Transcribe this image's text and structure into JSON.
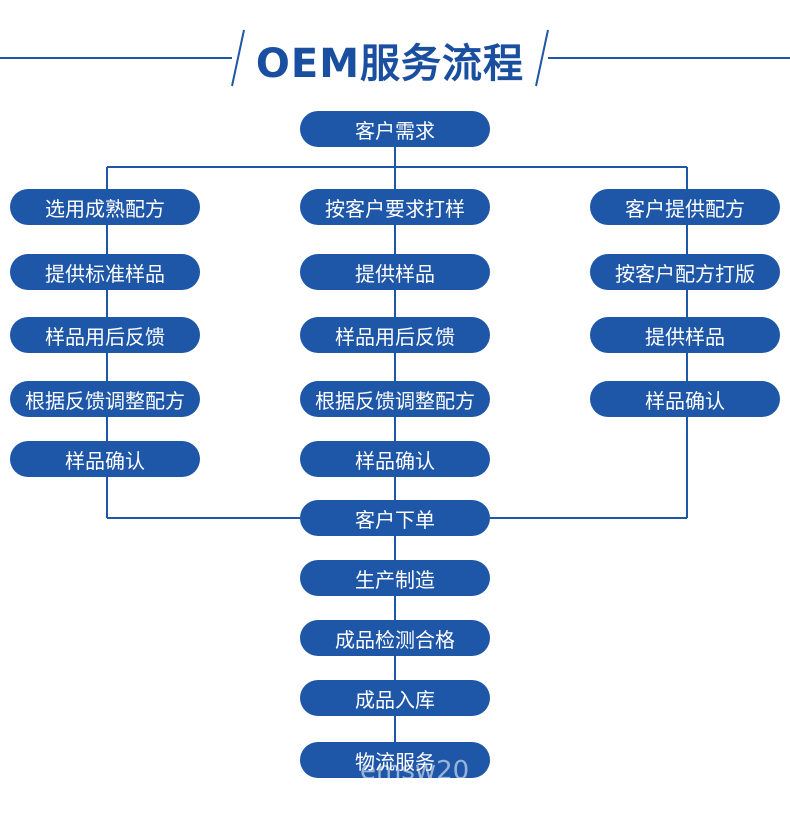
{
  "title": "OEM服务流程",
  "colors": {
    "pill": "#1e56a8",
    "line": "#1e56a8",
    "title": "#1a4fa0",
    "text": "#ffffff"
  },
  "top": "客户需求",
  "columns": {
    "left": [
      "选用成熟配方",
      "提供标准样品",
      "样品用后反馈",
      "根据反馈调整配方",
      "样品确认"
    ],
    "middle": [
      "按客户要求打样",
      "提供样品",
      "样品用后反馈",
      "根据反馈调整配方",
      "样品确认"
    ],
    "right": [
      "客户提供配方",
      "按客户配方打版",
      "提供样品",
      "样品确认"
    ]
  },
  "bottom": [
    "客户下单",
    "生产制造",
    "成品检测合格",
    "成品入库",
    "物流服务"
  ],
  "watermark": "emsw20"
}
